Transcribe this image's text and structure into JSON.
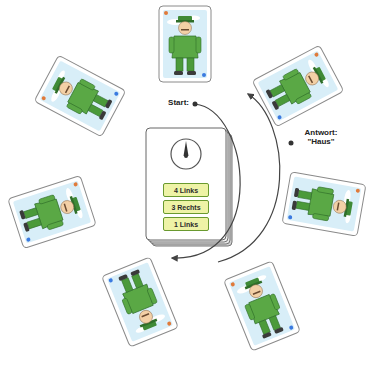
{
  "diagram": {
    "nodes": [
      {
        "text": [
          "4 Links"
        ]
      },
      {
        "text": [
          "3 Rechts"
        ]
      },
      {
        "text": [
          "1 Links"
        ]
      }
    ],
    "labels": [
      "Start:",
      "Antwort: \"Haus\""
    ]
  }
}
